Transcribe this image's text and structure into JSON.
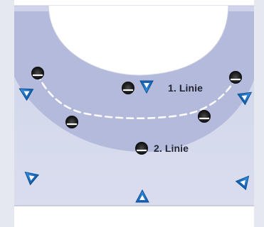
{
  "labels": {
    "first_line": "1. Linie",
    "second_line": "2. Linie"
  },
  "colors": {
    "court_floor": "#d4d9ec",
    "defense_zone": "#b3b9da",
    "goal_area": "#ffffff",
    "side_strip": "#e4e6ee",
    "defender_fill": "#111111",
    "attacker_fill": "#1f78d0",
    "dashed_line": "#ffffff"
  },
  "players": {
    "defenders": [
      {
        "name": "defender-left-wing",
        "icon": "defender-icon"
      },
      {
        "name": "defender-center-1",
        "icon": "defender-icon"
      },
      {
        "name": "defender-right-wing",
        "icon": "defender-icon"
      },
      {
        "name": "defender-left-back",
        "icon": "defender-icon"
      },
      {
        "name": "defender-right-back",
        "icon": "defender-icon"
      },
      {
        "name": "defender-center-2",
        "icon": "defender-icon"
      }
    ],
    "attackers": [
      {
        "name": "attacker-pivot",
        "icon": "attacker-triangle-icon"
      },
      {
        "name": "attacker-left-wing",
        "icon": "attacker-triangle-icon"
      },
      {
        "name": "attacker-right-wing",
        "icon": "attacker-triangle-icon"
      },
      {
        "name": "attacker-left-back",
        "icon": "attacker-triangle-icon"
      },
      {
        "name": "attacker-right-back",
        "icon": "attacker-triangle-icon"
      },
      {
        "name": "attacker-center-back",
        "icon": "attacker-triangle-icon"
      }
    ]
  }
}
